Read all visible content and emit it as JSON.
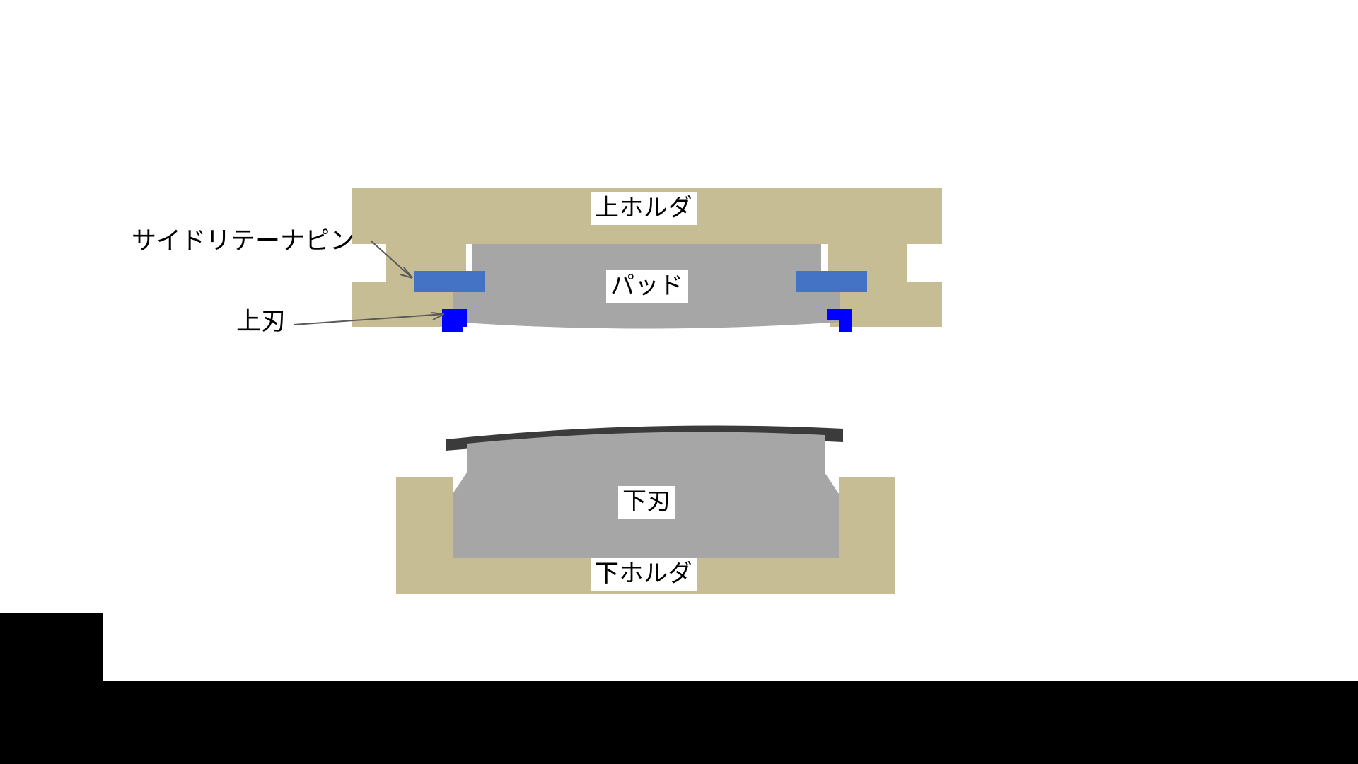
{
  "diagram": {
    "type": "press-die-cross-section",
    "title": "",
    "background_color": "#ffffff",
    "labels": {
      "upper_holder": "上ホルダ",
      "pad": "パッド",
      "side_retainer_pin": "サイドリテーナピン",
      "upper_blade": "上刃",
      "lower_blade": "下刃",
      "lower_holder": "下ホルダ"
    },
    "callouts": [
      {
        "text": "サイドリテーナピン",
        "target": "side-retainer-pin-left"
      },
      {
        "text": "上刃",
        "target": "upper-blade-left"
      }
    ],
    "colors": {
      "holder_tan": "#c7bd95",
      "pad_gray": "#a6a6a6",
      "blade_gray": "#a6a6a6",
      "retainer_pin_blue": "#4472c4",
      "blade_blue": "#0000ff",
      "sheet_dark": "#3b3b3b",
      "leader_line": "#595959",
      "label_text": "#000000",
      "label_box": "#ffffff",
      "bottom_bar": "#000000"
    },
    "parts": [
      {
        "name": "upper-holder",
        "label": "上ホルダ",
        "material_color": "#c7bd95"
      },
      {
        "name": "pad",
        "label": "パッド",
        "material_color": "#a6a6a6"
      },
      {
        "name": "side-retainer-pin",
        "label": "サイドリテーナピン",
        "material_color": "#4472c4",
        "count": 2
      },
      {
        "name": "upper-blade",
        "label": "上刃",
        "material_color": "#0000ff",
        "count": 2
      },
      {
        "name": "workpiece-sheet",
        "label": "",
        "material_color": "#3b3b3b"
      },
      {
        "name": "lower-blade",
        "label": "下刃",
        "material_color": "#a6a6a6"
      },
      {
        "name": "lower-holder",
        "label": "下ホルダ",
        "material_color": "#c7bd95"
      }
    ]
  }
}
